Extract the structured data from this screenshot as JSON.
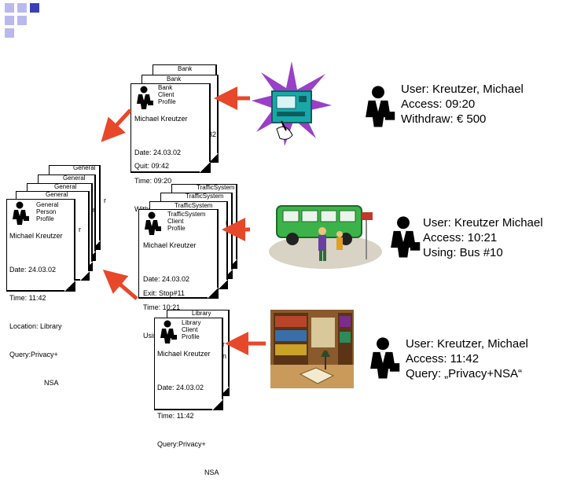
{
  "colors": {
    "arrow": "#e8482a",
    "deco_light": "#b9b9f0",
    "deco_dark": "#3a3fb8",
    "atm_star": "#9a3fc7",
    "atm_body": "#18a8a8",
    "bus": "#3cb34a"
  },
  "icons": {
    "profile_icon": "man-with-briefcase-icon",
    "atm_icon": "atm-machine-icon",
    "bus_icon": "bus-stop-icon",
    "library_icon": "library-room-icon"
  },
  "bank": {
    "stack_labels": [
      "Bank",
      "Bank"
    ],
    "front": {
      "type_lines": [
        "Bank",
        "Client",
        "Profile"
      ],
      "name": "Michael Kreutzer",
      "data_lines": [
        "Date: 24.03.02",
        "Time: 09:20",
        "Withdraw: 500"
      ]
    },
    "behind_fragment": "32",
    "exit": "Quit: 09:42",
    "user_lines": [
      "User: Kreutzer, Michael",
      "Access: 09:20",
      "Withdraw: € 500"
    ]
  },
  "general": {
    "stack_labels": [
      "General",
      "General",
      "General",
      "General"
    ],
    "front": {
      "type_lines": [
        "General",
        "Person",
        "Profile"
      ],
      "name": "Michael Kreutzer",
      "data_lines": [
        "Date: 24.03.02",
        "Time: 11:42",
        "Location: Library",
        "Query:Privacy+",
        "NSA"
      ]
    }
  },
  "traffic": {
    "stack_labels": [
      "TrafficSystem",
      "TrafficSystem",
      "TrafficSystem"
    ],
    "front": {
      "type_lines": [
        "TrafficSystem",
        "Client",
        "Profile"
      ],
      "name": "Michael Kreutzer",
      "data_lines": [
        "Date: 24.03.02",
        "Time: 10:21",
        "Using:Bus #10"
      ]
    },
    "behind_fragment": "3",
    "exit": "Exit: Stop#11",
    "user_lines": [
      "User: Kreutzer Michael",
      "Access: 10:21",
      "Using: Bus #10"
    ]
  },
  "library": {
    "stack_labels": [
      "Library"
    ],
    "front": {
      "type_lines": [
        "Library",
        "Client",
        "Profile"
      ],
      "name": "Michael Kreutzer",
      "data_lines": [
        "Date: 24.03.02",
        "Time: 11:42",
        "Query:Privacy+",
        "NSA"
      ]
    },
    "behind_fragment": "n",
    "user_lines": [
      "User: Kreutzer, Michael",
      "Access: 11:42",
      "Query: „Privacy+NSA“"
    ]
  }
}
